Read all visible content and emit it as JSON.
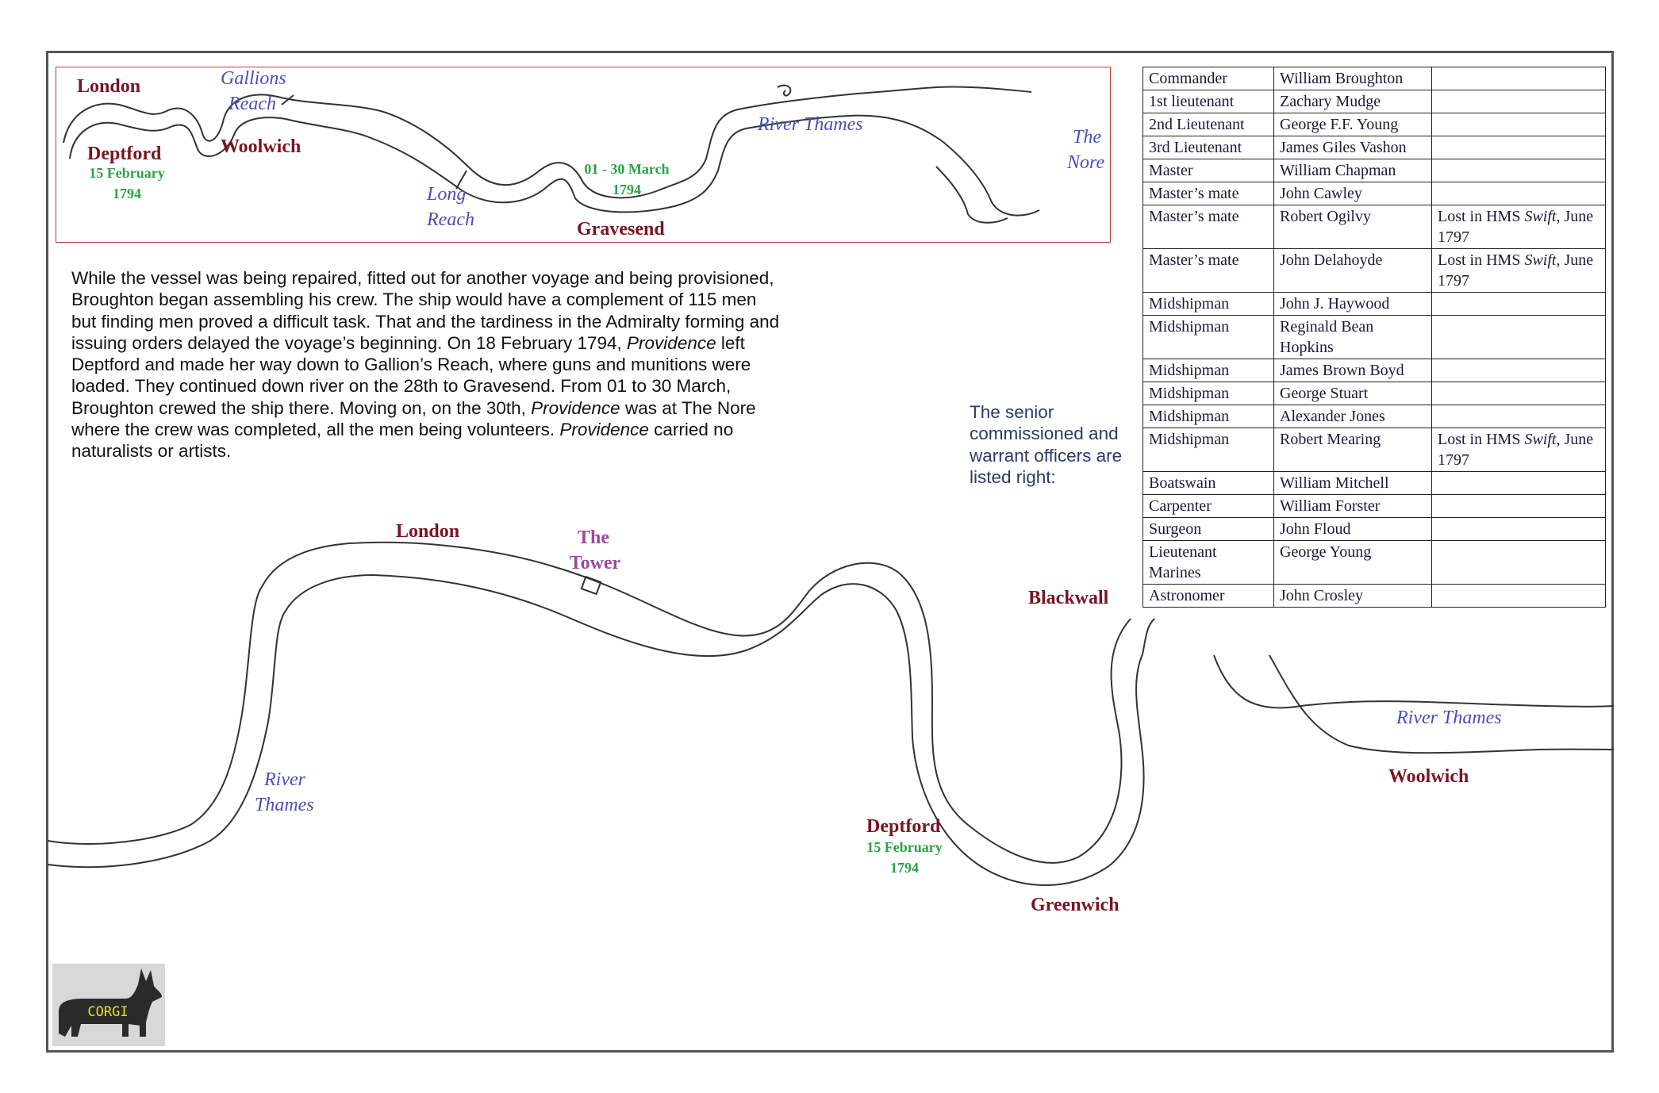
{
  "inset_map": {
    "labels": {
      "london": "London",
      "gallions_line1": "Gallions",
      "gallions_line2": "Reach",
      "woolwich": "Woolwich",
      "deptford": "Deptford",
      "deptford_date1": "15 February",
      "deptford_date2": "1794",
      "long_line1": "Long",
      "long_line2": "Reach",
      "march_line1": "01 - 30 March",
      "march_line2": "1794",
      "gravesend": "Gravesend",
      "river_thames": "River Thames",
      "nore_line1": "The",
      "nore_line2": "Nore"
    }
  },
  "paragraph": {
    "p1": "While the vessel was being repaired, fitted out for another voyage and being provisioned, Broughton began assembling his crew. The ship would have a complement of 115 men but finding men proved a difficult task. That and the tardiness in the Admiralty forming and issuing orders delayed the voyage’s beginning. On 18 February 1794, ",
    "ship1": "Providence",
    "p2": " left Deptford and made her way down to Gallion’s Reach, where guns and munitions were loaded. They continued down river on the 28th to Gravesend. From 01 to 30 March, Broughton crewed the ship there. Moving on, on the 30th, ",
    "ship2": "Providence",
    "p3": " was at The Nore where the crew was completed, all the men being volunteers. ",
    "ship3": "Providence",
    "p4": " carried no naturalists or artists."
  },
  "side_note": "The senior commissioned and warrant officers are listed right:",
  "officers": [
    {
      "rank": "Commander",
      "name": "William Broughton",
      "note_pre": "",
      "note_ship": "",
      "note_post": ""
    },
    {
      "rank": "1st lieutenant",
      "name": "Zachary Mudge",
      "note_pre": "",
      "note_ship": "",
      "note_post": ""
    },
    {
      "rank": "2nd Lieutenant",
      "name": "George F.F. Young",
      "note_pre": "",
      "note_ship": "",
      "note_post": ""
    },
    {
      "rank": "3rd Lieutenant",
      "name": "James Giles Vashon",
      "note_pre": "",
      "note_ship": "",
      "note_post": ""
    },
    {
      "rank": "Master",
      "name": "William Chapman",
      "note_pre": "",
      "note_ship": "",
      "note_post": ""
    },
    {
      "rank": "Master’s mate",
      "name": "John Cawley",
      "note_pre": "",
      "note_ship": "",
      "note_post": ""
    },
    {
      "rank": "Master’s mate",
      "name": "Robert Ogilvy",
      "note_pre": "Lost in HMS ",
      "note_ship": "Swift",
      "note_post": ", June 1797"
    },
    {
      "rank": "Master’s mate",
      "name": "John Delahoyde",
      "note_pre": "Lost in HMS ",
      "note_ship": "Swift",
      "note_post": ", June 1797"
    },
    {
      "rank": "Midshipman",
      "name": "John J. Haywood",
      "note_pre": "",
      "note_ship": "",
      "note_post": ""
    },
    {
      "rank": "Midshipman",
      "name": "Reginald Bean Hopkins",
      "note_pre": "",
      "note_ship": "",
      "note_post": ""
    },
    {
      "rank": "Midshipman",
      "name": "James Brown Boyd",
      "note_pre": "",
      "note_ship": "",
      "note_post": ""
    },
    {
      "rank": "Midshipman",
      "name": "George Stuart",
      "note_pre": "",
      "note_ship": "",
      "note_post": ""
    },
    {
      "rank": "Midshipman",
      "name": "Alexander Jones",
      "note_pre": "",
      "note_ship": "",
      "note_post": ""
    },
    {
      "rank": "Midshipman",
      "name": "Robert Mearing",
      "note_pre": "Lost in HMS ",
      "note_ship": "Swift",
      "note_post": ", June 1797"
    },
    {
      "rank": "Boatswain",
      "name": "William Mitchell",
      "note_pre": "",
      "note_ship": "",
      "note_post": ""
    },
    {
      "rank": "Carpenter",
      "name": "William Forster",
      "note_pre": "",
      "note_ship": "",
      "note_post": ""
    },
    {
      "rank": "Surgeon",
      "name": "John Floud",
      "note_pre": "",
      "note_ship": "",
      "note_post": ""
    },
    {
      "rank": "Lieutenant Marines",
      "name": "George Young",
      "note_pre": "",
      "note_ship": "",
      "note_post": ""
    },
    {
      "rank": "Astronomer",
      "name": "John Crosley",
      "note_pre": "",
      "note_ship": "",
      "note_post": ""
    }
  ],
  "main_map": {
    "labels": {
      "london": "London",
      "tower_line1": "The",
      "tower_line2": "Tower",
      "blackwall": "Blackwall",
      "river_line1": "River",
      "river_line2": "Thames",
      "deptford": "Deptford",
      "deptford_date1": "15 February",
      "deptford_date2": "1794",
      "greenwich": "Greenwich",
      "river_thames_right": "River Thames",
      "woolwich": "Woolwich"
    }
  },
  "logo": {
    "text": "CORGI"
  },
  "colors": {
    "town": "#7a1424",
    "river": "#4a4fb4",
    "date": "#2fa046",
    "tower": "#9a4a9c",
    "inset_border": "#c43a3a"
  }
}
